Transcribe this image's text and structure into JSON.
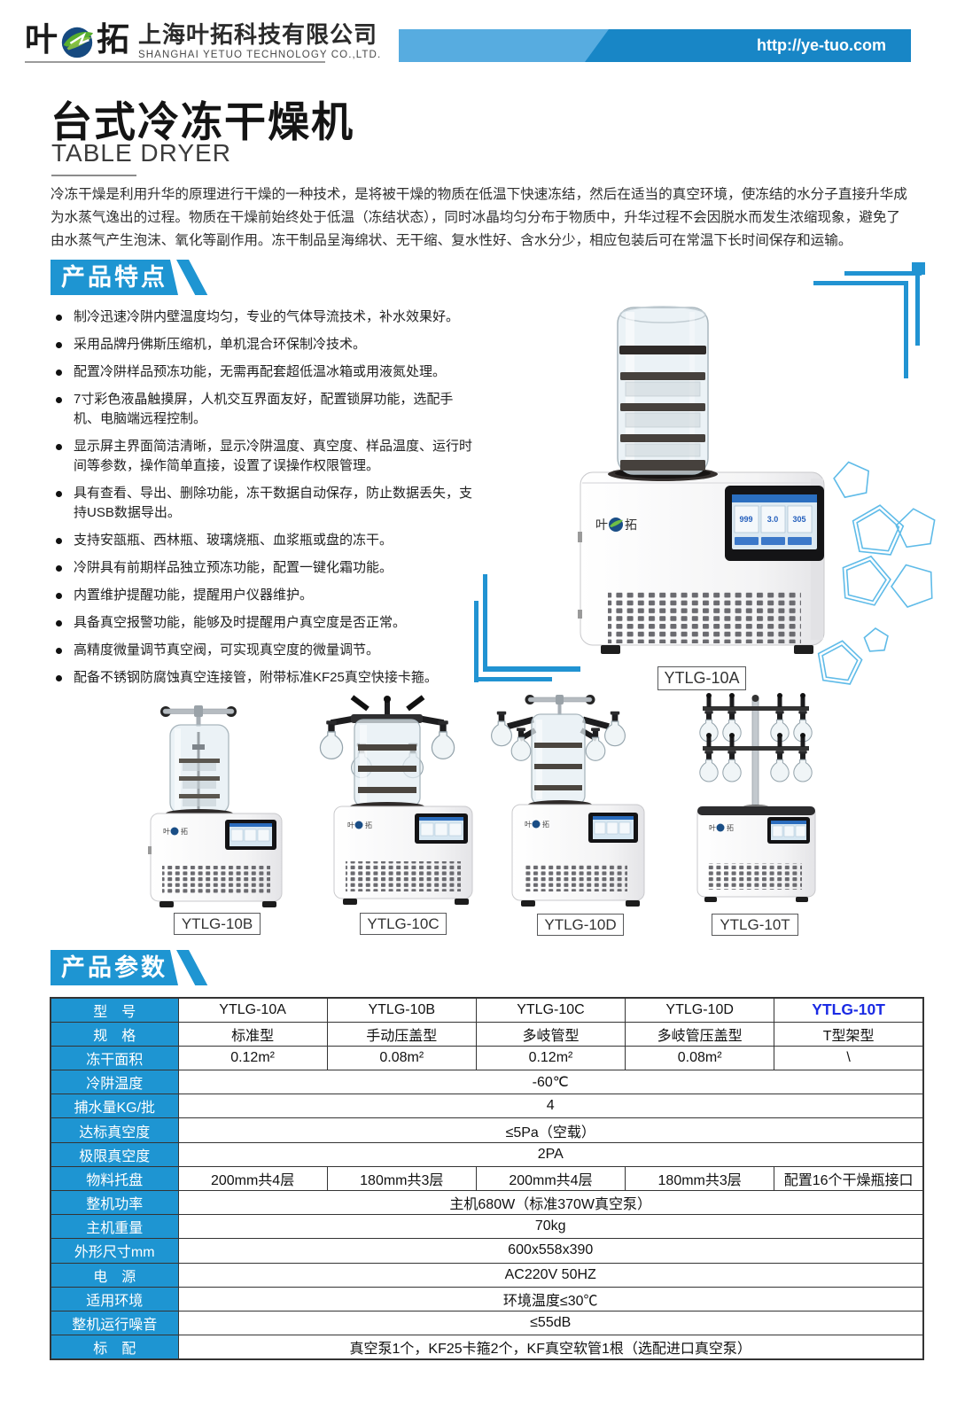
{
  "header": {
    "logo_cn_left": "叶",
    "logo_cn_right": "拓",
    "company_cn": "上海叶拓科技有限公司",
    "company_en": "SHANGHAI YETUO TECHNOLOGY CO.,LTD.",
    "website": "http://ye-tuo.com"
  },
  "title_cn": "台式冷冻干燥机",
  "title_en": "TABLE DRYER",
  "intro_lines": [
    "冷冻干燥是利用升华的原理进行干燥的一种技术，是将被干燥的物质在低温下快速冻结，然后在适当的真空环境，使冻结的水分子直接升华成",
    "为水蒸气逸出的过程。物质在干燥前始终处于低温（冻结状态），同时冰晶均匀分布于物质中，升华过程不会因脱水而发生浓缩现象，避免了",
    "由水蒸气产生泡沫、氧化等副作用。冻干制品呈海绵状、无干缩、复水性好、含水分少，相应包装后可在常温下长时间保存和运输。"
  ],
  "sections": {
    "features": "产品特点",
    "params": "产品参数"
  },
  "features": [
    "制冷迅速冷阱内壁温度均匀，专业的气体导流技术，补水效果好。",
    "采用品牌丹佛斯压缩机，单机混合环保制冷技术。",
    "配置冷阱样品预冻功能，无需再配套超低温冰箱或用液氮处理。",
    "7寸彩色液晶触摸屏，人机交互界面友好，配置锁屏功能，选配手机、电脑端远程控制。",
    "显示屏主界面简洁清晰，显示冷阱温度、真空度、样品温度、运行时间等参数，操作简单直接，设置了误操作权限管理。",
    "具有查看、导出、删除功能，冻干数据自动保存，防止数据丢失，支持USB数据导出。",
    "支持安瓿瓶、西林瓶、玻璃烧瓶、血浆瓶或盘的冻干。",
    "冷阱具有前期样品独立预冻功能，配置一键化霜功能。",
    "内置维护提醒功能，提醒用户仪器维护。",
    "具备真空报警功能，能够及时提醒用户真空度是否正常。",
    "高精度微量调节真空阀，可实现真空度的微量调节。",
    "配备不锈钢防腐蚀真空连接管，附带标准KF25真空快接卡箍。"
  ],
  "machine_brand": "叶拓",
  "screen_values": [
    "999",
    "3.0",
    "305"
  ],
  "products": [
    {
      "model": "YTLG-10A"
    },
    {
      "model": "YTLG-10B"
    },
    {
      "model": "YTLG-10C"
    },
    {
      "model": "YTLG-10D"
    },
    {
      "model": "YTLG-10T"
    }
  ],
  "colors": {
    "primary_blue": "#1e95d2",
    "url_banner_dark": "#1886c6",
    "url_banner_light": "#57ace0",
    "decoration_blue": "#5fbbe8",
    "model_t_blue": "#1b2be4"
  },
  "spec_table": {
    "rows": [
      {
        "label": "型　号",
        "cells": [
          {
            "t": "YTLG-10A"
          },
          {
            "t": "YTLG-10B"
          },
          {
            "t": "YTLG-10C"
          },
          {
            "t": "YTLG-10D"
          },
          {
            "t": "YTLG-10T",
            "cls": "model-t"
          }
        ]
      },
      {
        "label": "规　格",
        "cells": [
          {
            "t": "标准型"
          },
          {
            "t": "手动压盖型"
          },
          {
            "t": "多岐管型"
          },
          {
            "t": "多岐管压盖型"
          },
          {
            "t": "T型架型"
          }
        ]
      },
      {
        "label": "冻干面积",
        "cells": [
          {
            "t": "0.12m²"
          },
          {
            "t": "0.08m²"
          },
          {
            "t": "0.12m²"
          },
          {
            "t": "0.08m²"
          },
          {
            "t": "\\"
          }
        ]
      },
      {
        "label": "冷阱温度",
        "cells": [
          {
            "t": "-60℃",
            "span": 5
          }
        ]
      },
      {
        "label": "捕水量KG/批",
        "cells": [
          {
            "t": "4",
            "span": 5
          }
        ]
      },
      {
        "label": "达标真空度",
        "cells": [
          {
            "t": "≤5Pa（空载）",
            "span": 5
          }
        ]
      },
      {
        "label": "极限真空度",
        "cells": [
          {
            "t": "2PA",
            "span": 5
          }
        ]
      },
      {
        "label": "物料托盘",
        "cells": [
          {
            "t": "200mm共4层"
          },
          {
            "t": "180mm共3层"
          },
          {
            "t": "200mm共4层"
          },
          {
            "t": "180mm共3层"
          },
          {
            "t": "配置16个干燥瓶接口"
          }
        ]
      },
      {
        "label": "整机功率",
        "cells": [
          {
            "t": "主机680W（标准370W真空泵）",
            "span": 5
          }
        ]
      },
      {
        "label": "主机重量",
        "cells": [
          {
            "t": "70kg",
            "span": 5
          }
        ]
      },
      {
        "label": "外形尺寸mm",
        "cells": [
          {
            "t": "600x558x390",
            "span": 5
          }
        ]
      },
      {
        "label": "电　源",
        "cells": [
          {
            "t": "AC220V 50HZ",
            "span": 5
          }
        ]
      },
      {
        "label": "适用环境",
        "cells": [
          {
            "t": "环境温度≤30℃",
            "span": 5
          }
        ]
      },
      {
        "label": "整机运行噪音",
        "cells": [
          {
            "t": "≤55dB",
            "span": 5
          }
        ]
      },
      {
        "label": "标　配",
        "cells": [
          {
            "t": "真空泵1个，KF25卡箍2个，KF真空软管1根（选配进口真空泵）",
            "span": 5
          }
        ]
      }
    ]
  }
}
